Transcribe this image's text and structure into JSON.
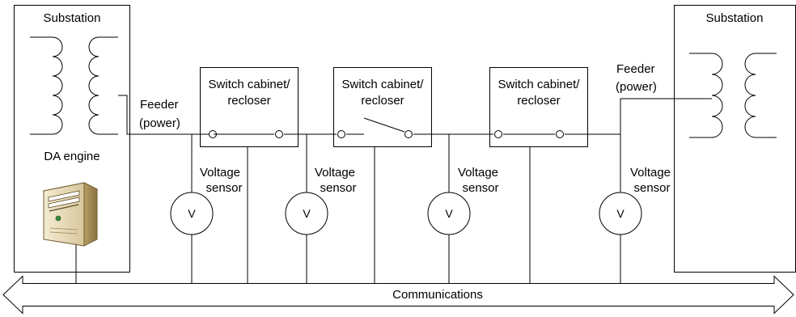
{
  "substations": {
    "left": "Substation",
    "right": "Substation"
  },
  "da_engine": "DA engine",
  "feeder": {
    "left": [
      "Feeder",
      "(power)"
    ],
    "right": [
      "Feeder",
      "(power)"
    ]
  },
  "switches": [
    {
      "line1": "Switch cabinet/",
      "line2": "recloser",
      "state": "closed"
    },
    {
      "line1": "Switch cabinet/",
      "line2": "recloser",
      "state": "open"
    },
    {
      "line1": "Switch cabinet/",
      "line2": "recloser",
      "state": "closed"
    }
  ],
  "voltage_sensors": [
    {
      "line1": "Voltage",
      "line2": "sensor",
      "symbol": "V"
    },
    {
      "line1": "Voltage",
      "line2": "sensor",
      "symbol": "V"
    },
    {
      "line1": "Voltage",
      "line2": "sensor",
      "symbol": "V"
    },
    {
      "line1": "Voltage",
      "line2": "sensor",
      "symbol": "V"
    }
  ],
  "communications": "Communications",
  "icons": [
    "transformer-coil-icon",
    "server-tower-icon",
    "voltmeter-icon",
    "double-arrow-icon"
  ]
}
